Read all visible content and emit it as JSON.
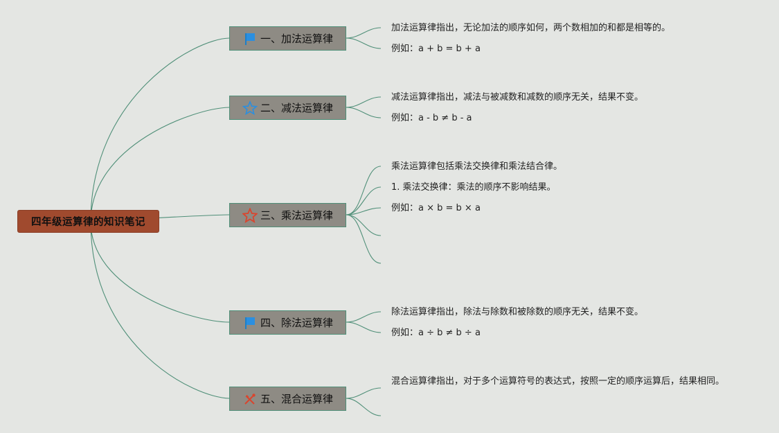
{
  "root": {
    "title": "四年级运算律的知识笔记"
  },
  "topics": [
    {
      "label": "一、加法运算律",
      "icon": "blue-flag-icon",
      "notes": [
        "加法运算律指出，无论加法的顺序如何，两个数相加的和都是相等的。",
        "例如：a + b = b + a"
      ]
    },
    {
      "label": "二、减法运算律",
      "icon": "star-outline-blue-icon",
      "notes": [
        "减法运算律指出，减法与被减数和减数的顺序无关，结果不变。",
        "例如：a - b ≠ b - a"
      ]
    },
    {
      "label": "三、乘法运算律",
      "icon": "star-outline-red-icon",
      "notes": [
        "乘法运算律包括乘法交换律和乘法结合律。",
        "1. 乘法交换律：乘法的顺序不影响结果。",
        "例如：a × b = b × a"
      ]
    },
    {
      "label": "四、除法运算律",
      "icon": "blue-flag-icon",
      "notes": [
        "除法运算律指出，除法与除数和被除数的顺序无关，结果不变。",
        "例如：a ÷ b ≠ b ÷ a"
      ]
    },
    {
      "label": "五、混合运算律",
      "icon": "tools-icon",
      "notes": [
        "混合运算律指出，对于多个运算符号的表达式，按照一定的顺序运算后，结果相同。"
      ]
    }
  ],
  "colors": {
    "background": "#e4e6e3",
    "root": "#a04a2e",
    "topic": "#8e8b84",
    "line": "#4f8f78"
  }
}
